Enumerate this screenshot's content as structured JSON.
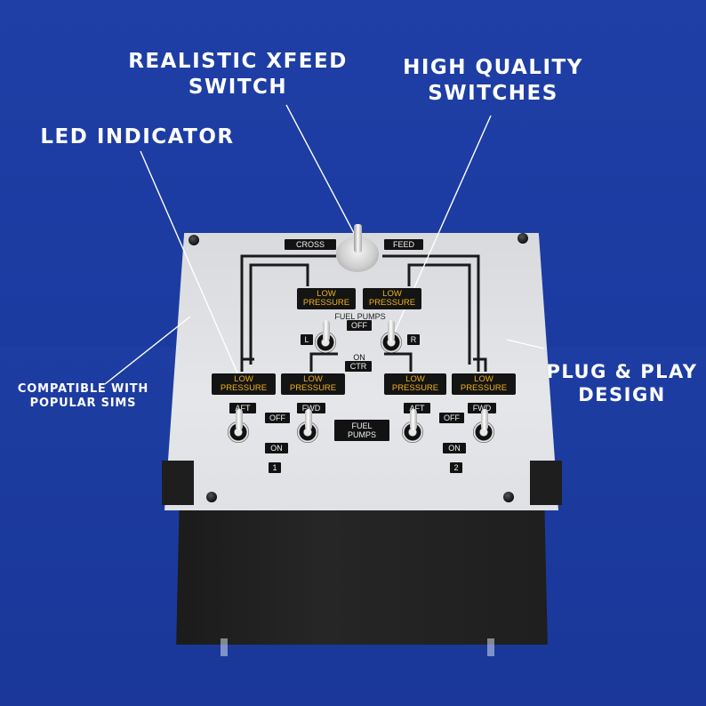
{
  "callouts": {
    "xfeed_line1": "REALISTIC XFEED",
    "xfeed_line2": "SWITCH",
    "quality_line1": "HIGH QUALITY",
    "quality_line2": "SWITCHES",
    "led": "LED INDICATOR",
    "compat_line1": "COMPATIBLE WITH",
    "compat_line2": "POPULAR SIMS",
    "plug_line1": "PLUG & PLAY",
    "plug_line2": "DESIGN"
  },
  "panel": {
    "cross": "CROSS",
    "feed": "FEED",
    "fuel_pumps_top": "FUEL PUMPS",
    "off_top": "OFF",
    "left_l": "L",
    "right_r": "R",
    "on": "ON",
    "ctr": "CTR",
    "aft": "AFT",
    "fwd": "FWD",
    "off": "OFF",
    "fuel": "FUEL",
    "pumps": "PUMPS",
    "on_label": "ON",
    "engine_1": "1",
    "engine_2": "2",
    "annunciator_line1": "LOW",
    "annunciator_line2": "PRESSURE"
  },
  "colors": {
    "background": "#1f3fa6",
    "annunciator_text": "#f0b020",
    "panel": "#e0e2e6",
    "housing": "#1e1e1e"
  }
}
